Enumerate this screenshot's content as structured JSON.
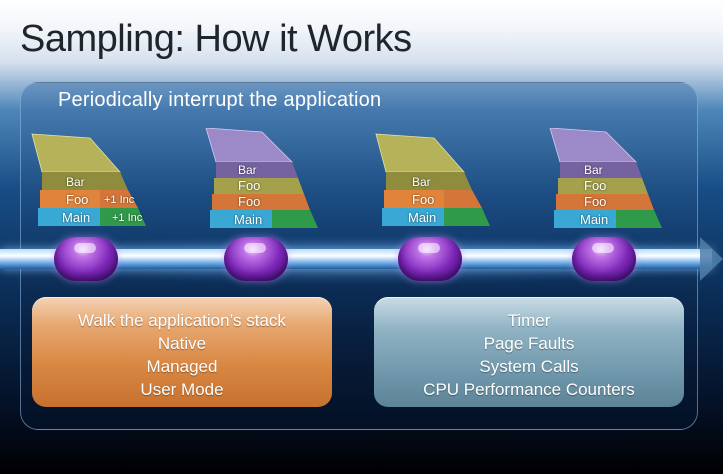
{
  "slide": {
    "title": "Sampling: How it Works",
    "subtitle": "Periodically interrupt the application"
  },
  "stacks": [
    {
      "top_color": "#a9a44e",
      "frames": [
        {
          "label": "Bar",
          "note": "",
          "color": "#8f8c3e"
        },
        {
          "label": "Foo",
          "note": "+1 Inc",
          "color": "#d4763a"
        },
        {
          "label": "Main",
          "note": "+1 Inc",
          "color": "#2f9a4a"
        }
      ]
    },
    {
      "top_color": "#8c78b8",
      "frames": [
        {
          "label": "Bar",
          "note": "",
          "color": "#7563a0"
        },
        {
          "label": "Foo",
          "note": "",
          "color": "#a4a04c"
        },
        {
          "label": "Foo",
          "note": "",
          "color": "#d4763a"
        },
        {
          "label": "Main",
          "note": "",
          "color": "#2f9a4a"
        }
      ]
    },
    {
      "top_color": "#a9a44e",
      "frames": [
        {
          "label": "Bar",
          "note": "",
          "color": "#8f8c3e"
        },
        {
          "label": "Foo",
          "note": "",
          "color": "#d4763a"
        },
        {
          "label": "Main",
          "note": "",
          "color": "#2f9a4a"
        }
      ]
    },
    {
      "top_color": "#8c78b8",
      "frames": [
        {
          "label": "Bar",
          "note": "",
          "color": "#7563a0"
        },
        {
          "label": "Foo",
          "note": "",
          "color": "#a4a04c"
        },
        {
          "label": "Foo",
          "note": "",
          "color": "#d4763a"
        },
        {
          "label": "Main",
          "note": "",
          "color": "#2f9a4a"
        }
      ]
    }
  ],
  "left_box": {
    "lines": [
      "Walk the application’s stack",
      "Native",
      "Managed",
      "User Mode"
    ],
    "color": "#d98944"
  },
  "right_box": {
    "lines": [
      "Timer",
      "Page Faults",
      "System Calls",
      "CPU Performance Counters"
    ],
    "color": "#6f97ab"
  },
  "icons": {
    "timeline": "timeline-rod",
    "sample": "sample-bead-icon"
  }
}
